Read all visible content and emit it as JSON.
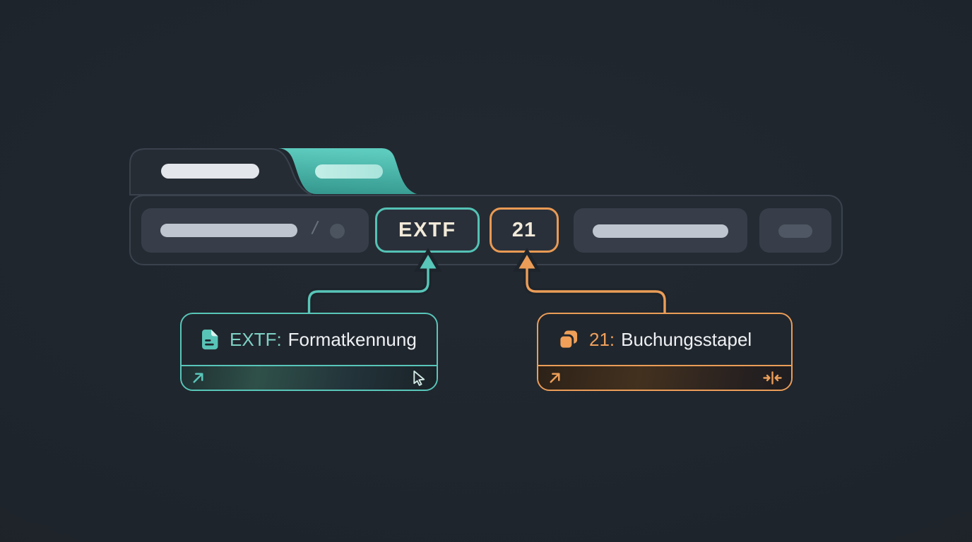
{
  "colors": {
    "background": "#1e242b",
    "teal_accent": "#58c6b9",
    "teal_text": "#7ed1c5",
    "orange_accent": "#eb9d58",
    "orange_text": "#efa05c",
    "token_text": "#f2ead9",
    "label_text": "#eef1f4"
  },
  "browser": {
    "tab_inactive": {
      "content": "skeleton-pill"
    },
    "tab_active": {
      "content": "skeleton-pill",
      "accent": "#4cc0b2"
    },
    "toolbar": {
      "path_separator": "/",
      "format_token": "EXTF",
      "batch_token": "21"
    }
  },
  "callouts": {
    "format": {
      "icon": "file-text-icon",
      "prefix": "EXTF:",
      "label": "Formatkennung",
      "footer": {
        "left_icon": "arrow-up-right-icon",
        "right_icon": "cursor-icon"
      }
    },
    "batch": {
      "icon": "copy-icon",
      "prefix": "21:",
      "label": "Buchungsstapel",
      "footer": {
        "left_icon": "arrow-up-right-icon",
        "right_icon": "converge-icon"
      }
    }
  }
}
